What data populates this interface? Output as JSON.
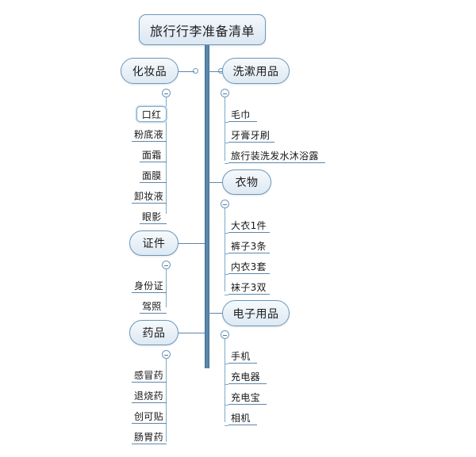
{
  "document": {
    "type": "mindmap",
    "title": "旅行行李准备清单",
    "background_color": "#ffffff",
    "accent_color": "#5b87ad",
    "node_border_color": "#6b97ba",
    "node_fill_color": "#e8f0f7"
  },
  "root": {
    "label": "旅行行李准备清单"
  },
  "branches": {
    "cosmetics": {
      "label": "化妆品",
      "toggle_icon": "collapse-minus-icon",
      "children": [
        {
          "label": "口红",
          "selected": true
        },
        {
          "label": "粉底液",
          "selected": false
        },
        {
          "label": "面霜",
          "selected": false
        },
        {
          "label": "面膜",
          "selected": false
        },
        {
          "label": "卸妆液",
          "selected": false
        },
        {
          "label": "眼影",
          "selected": false
        }
      ]
    },
    "documents": {
      "label": "证件",
      "toggle_icon": "collapse-minus-icon",
      "children": [
        {
          "label": "身份证",
          "selected": false
        },
        {
          "label": "驾照",
          "selected": false
        }
      ]
    },
    "medicine": {
      "label": "药品",
      "toggle_icon": "collapse-minus-icon",
      "children": [
        {
          "label": "感冒药",
          "selected": false
        },
        {
          "label": "退烧药",
          "selected": false
        },
        {
          "label": "创可贴",
          "selected": false
        },
        {
          "label": "肠胃药",
          "selected": false
        }
      ]
    },
    "toiletries": {
      "label": "洗漱用品",
      "toggle_icon": "collapse-minus-icon",
      "children": [
        {
          "label": "毛巾",
          "selected": false
        },
        {
          "label": "牙膏牙刷",
          "selected": false
        },
        {
          "label": "旅行装洗发水沐浴露",
          "selected": false
        }
      ]
    },
    "clothing": {
      "label": "衣物",
      "toggle_icon": "collapse-minus-icon",
      "children": [
        {
          "label": "大衣1件",
          "selected": false
        },
        {
          "label": "裤子3条",
          "selected": false
        },
        {
          "label": "内衣3套",
          "selected": false
        },
        {
          "label": "袜子3双",
          "selected": false
        }
      ]
    },
    "electronics": {
      "label": "电子用品",
      "toggle_icon": "collapse-minus-icon",
      "children": [
        {
          "label": "手机",
          "selected": false
        },
        {
          "label": "充电器",
          "selected": false
        },
        {
          "label": "充电宝",
          "selected": false
        },
        {
          "label": "相机",
          "selected": false
        }
      ]
    }
  }
}
